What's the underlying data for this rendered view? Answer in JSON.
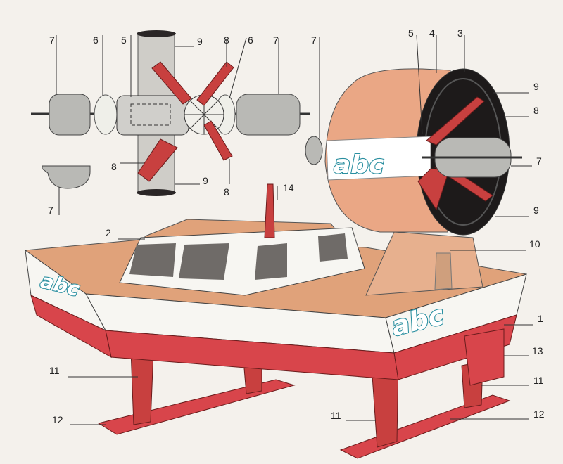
{
  "brand": {
    "logo_text": "abc",
    "logo_color": "#2a8fa0"
  },
  "colors": {
    "hull_white": "#f7f6f2",
    "hull_red": "#d8454b",
    "deck_tan": "#e0a27a",
    "duct_peach": "#eaa785",
    "duct_dark": "#1d1a1a",
    "grey_part": "#b9b9b5",
    "pylon_grey": "#cfcdc8",
    "blade_red": "#c8403f",
    "window_grey": "#6f6b68"
  },
  "labels": {
    "l1": "1",
    "l2": "2",
    "l3": "3",
    "l4": "4",
    "l5a": "5",
    "l5b": "5",
    "l6a": "6",
    "l6b": "6",
    "l7a": "7",
    "l7b": "7",
    "l7c": "7",
    "l7d": "7",
    "l7e": "7",
    "l8a": "8",
    "l8b": "8",
    "l8c": "8",
    "l8d": "8",
    "l9a": "9",
    "l9b": "9",
    "l9c": "9",
    "l9d": "9",
    "l10": "10",
    "l11a": "11",
    "l11b": "11",
    "l11c": "11",
    "l12a": "12",
    "l12b": "12",
    "l13": "13",
    "l14": "14"
  }
}
